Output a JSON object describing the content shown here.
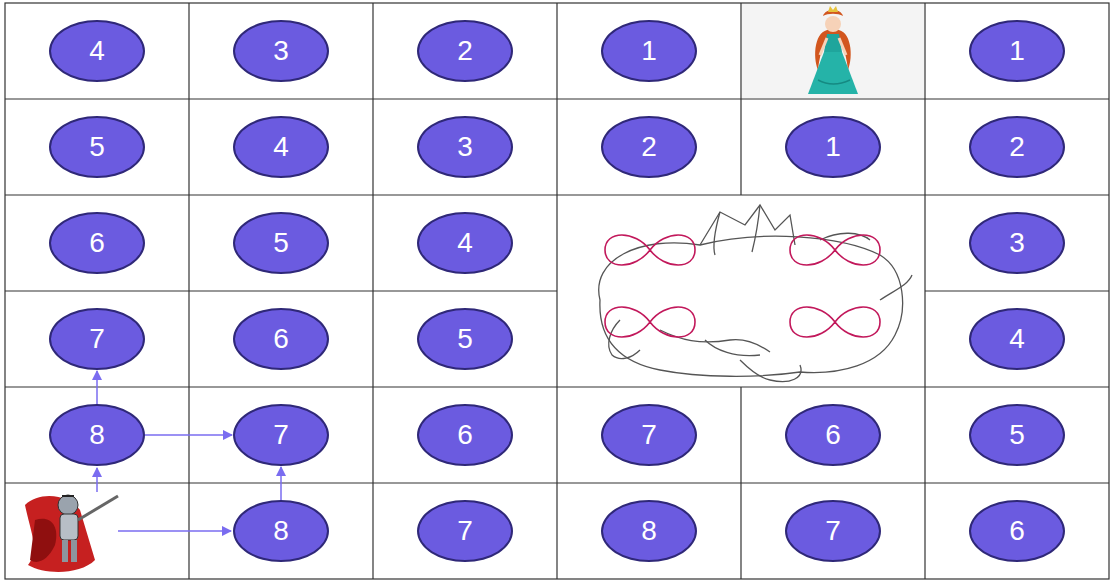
{
  "diagram": {
    "nodes": [
      {
        "text": [
          "4"
        ]
      },
      {
        "text": [
          "3"
        ]
      },
      {
        "text": [
          "2"
        ]
      },
      {
        "text": [
          "1"
        ]
      },
      {
        "text": [
          "1"
        ]
      },
      {
        "text": [
          "5"
        ]
      },
      {
        "text": [
          "4"
        ]
      },
      {
        "text": [
          "3"
        ]
      },
      {
        "text": [
          "2"
        ]
      },
      {
        "text": [
          "1"
        ]
      },
      {
        "text": [
          "2"
        ]
      },
      {
        "text": [
          "6"
        ]
      },
      {
        "text": [
          "5"
        ]
      },
      {
        "text": [
          "4"
        ]
      },
      {
        "text": [
          "3"
        ]
      },
      {
        "text": [
          "7"
        ]
      },
      {
        "text": [
          "6"
        ]
      },
      {
        "text": [
          "5"
        ]
      },
      {
        "text": [
          "4"
        ]
      },
      {
        "text": [
          "8"
        ]
      },
      {
        "text": [
          "7"
        ]
      },
      {
        "text": [
          "6"
        ]
      },
      {
        "text": [
          "7"
        ]
      },
      {
        "text": [
          "6"
        ]
      },
      {
        "text": [
          "5"
        ]
      },
      {
        "text": [
          "8"
        ]
      },
      {
        "text": [
          "7"
        ]
      },
      {
        "text": [
          "8"
        ]
      },
      {
        "text": [
          "7"
        ]
      },
      {
        "text": [
          "6"
        ]
      }
    ],
    "edges": [
      {
        "from": 19,
        "to": 15,
        "arrow": "to"
      },
      {
        "from": 19,
        "to": 20,
        "arrow": "to"
      },
      {
        "from": 25,
        "to": 20,
        "arrow": "to"
      }
    ]
  }
}
